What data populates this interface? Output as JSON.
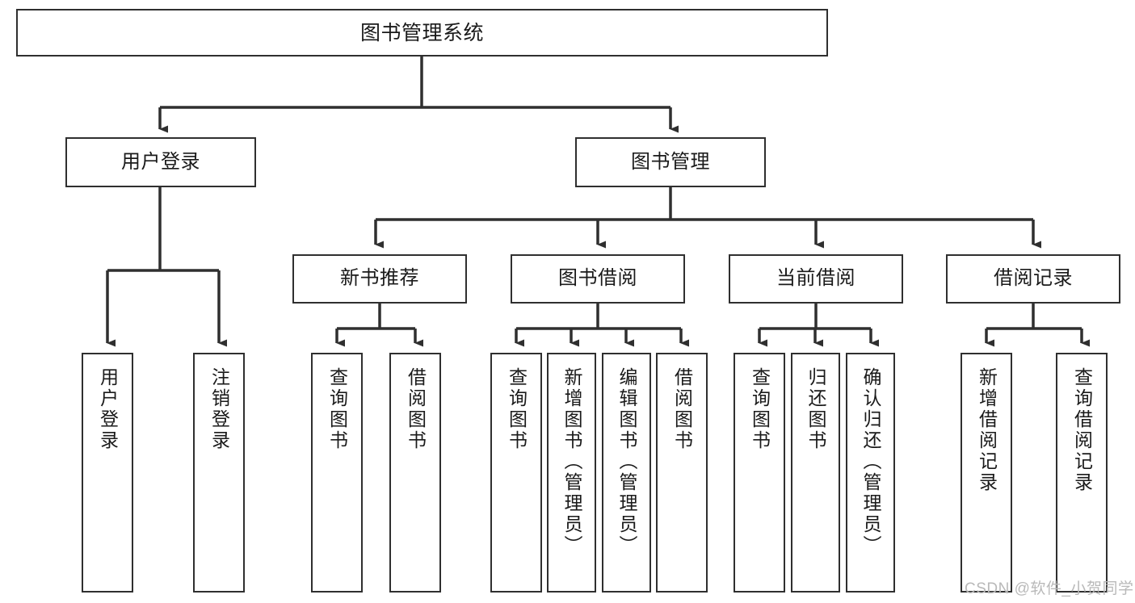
{
  "diagram": {
    "title": "图书管理系统",
    "watermark": "CSDN @软件_小贺同学",
    "stroke_color": "#2f2f2f",
    "fill_color": "#ffffff",
    "text_color": "#1a1a1a",
    "nodes": {
      "root": {
        "label": "图书管理系统"
      },
      "l1": [
        {
          "label": "用户登录"
        },
        {
          "label": "图书管理"
        }
      ],
      "l2": [
        {
          "label": "新书推荐"
        },
        {
          "label": "图书借阅"
        },
        {
          "label": "当前借阅"
        },
        {
          "label": "借阅记录"
        }
      ],
      "leaves": {
        "user_login": [
          {
            "label": "用户登录"
          },
          {
            "label": "注销登录"
          }
        ],
        "new_book": [
          {
            "label": "查询图书"
          },
          {
            "label": "借阅图书"
          }
        ],
        "book_borrow": [
          {
            "label": "查询图书"
          },
          {
            "label": "新增图书（管理员）"
          },
          {
            "label": "编辑图书（管理员）"
          },
          {
            "label": "借阅图书"
          }
        ],
        "current_borrow": [
          {
            "label": "查询图书"
          },
          {
            "label": "归还图书"
          },
          {
            "label": "确认归还（管理员）"
          }
        ],
        "borrow_record": [
          {
            "label": "新增借阅记录"
          },
          {
            "label": "查询借阅记录"
          }
        ]
      }
    }
  }
}
